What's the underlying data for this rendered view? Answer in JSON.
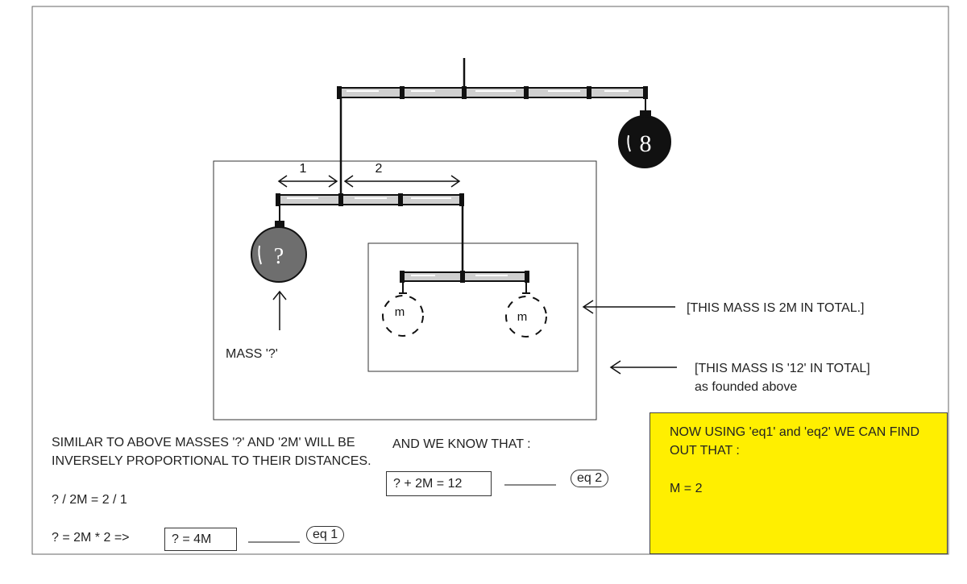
{
  "colors": {
    "panel": "#FFEF00",
    "rod": "#cfcfcf",
    "mass": "#111111",
    "unknown_mass": "#6e6e6e"
  },
  "diagram": {
    "top_mass_label": "8",
    "unknown_mass_label": "?",
    "small_mass_label": "m",
    "distance_left_label": "1",
    "distance_right_label": "2"
  },
  "labels": {
    "mass_q": "MASS '?'",
    "mass_2m": "[THIS MASS IS 2M IN TOTAL.]",
    "mass_12_line1": "[THIS MASS IS '12' IN TOTAL]",
    "mass_12_line2": "as founded above"
  },
  "text": {
    "similar_line1": "SIMILAR TO ABOVE MASSES '?' AND '2M' WILL BE",
    "similar_line2": "INVERSELY PROPORTIONAL TO THEIR DISTANCES.",
    "ratio": "? / 2M  =  2  /  1",
    "eq1_prefix": "?  =  2M   * 2   =>",
    "eq1_box": "?   =   4M",
    "eq1_tag": "eq 1",
    "know_that": "AND WE KNOW THAT  :",
    "eq2_box": "? + 2M  =   12",
    "eq2_tag": "eq 2"
  },
  "panel": {
    "line1": "NOW USING 'eq1' and 'eq2' WE CAN FIND",
    "line2": "OUT THAT  :",
    "result": "M  =  2"
  }
}
